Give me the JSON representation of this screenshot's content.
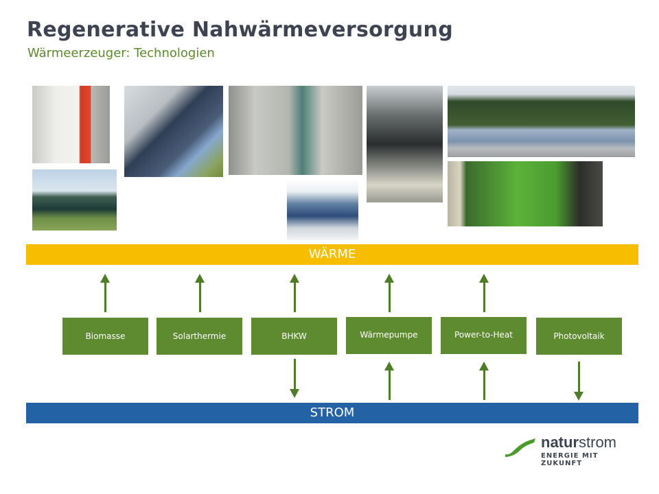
{
  "header": {
    "title": "Regenerative Nahwärmeversorgung",
    "subtitle": "Wärmeerzeuger: Technologien"
  },
  "bars": {
    "heat": "WÄRME",
    "power": "STROM"
  },
  "colors": {
    "heat": "#f7bd00",
    "power": "#2462a6",
    "box": "#5e8b2f",
    "arrow": "#4f7d25",
    "title": "#3d4350",
    "subtitle": "#5b8a2b"
  },
  "technologies": [
    {
      "label": "Biomasse",
      "to_heat": true,
      "power": "none"
    },
    {
      "label": "Solarthermie",
      "to_heat": true,
      "power": "none"
    },
    {
      "label": "BHKW",
      "to_heat": true,
      "power": "produces"
    },
    {
      "label": "Wärmepumpe",
      "to_heat": true,
      "power": "consumes"
    },
    {
      "label": "Power-to-Heat",
      "to_heat": true,
      "power": "consumes"
    },
    {
      "label": "Photovoltaik",
      "to_heat": false,
      "power": "produces"
    }
  ],
  "logo": {
    "name_bold": "natur",
    "name_rest": "strom",
    "tagline": "ENERGIE MIT ZUKUNFT"
  }
}
